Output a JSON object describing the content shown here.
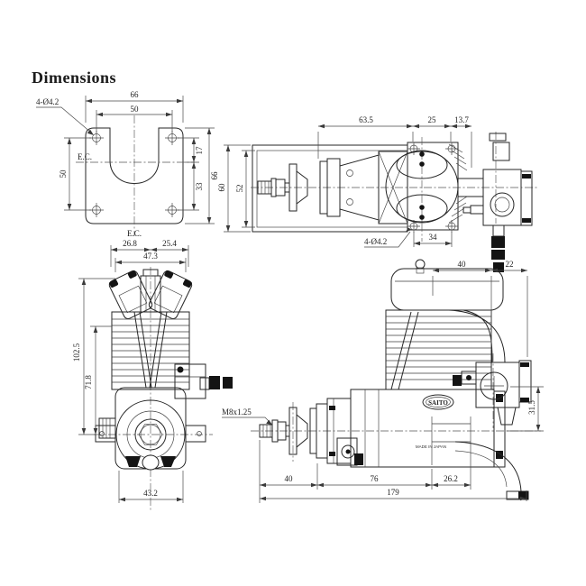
{
  "title": "Dimensions",
  "plate_view": {
    "hole_callout": "4-Ø4.2",
    "width": "66",
    "hole_span_h": "50",
    "hole_span_v": "50",
    "hole_to_center": "17",
    "center_to_hole": "33",
    "height": "66",
    "centerline_label": "E.C."
  },
  "rear_view": {
    "len_front": "63.5",
    "len_mid": "25",
    "len_rear": "13.7",
    "height_outer": "60",
    "height_inner": "52",
    "hole_callout": "4-Ø4.2",
    "hole_span": "34"
  },
  "front_view": {
    "head_left": "26.8",
    "head_right": "25.4",
    "cover_span": "47.3",
    "height_total": "102.5",
    "height_crank": "71.8",
    "case_width": "43.2"
  },
  "side_view": {
    "top_front": "40",
    "top_rear": "22",
    "shaft_thread": "M8x1.25",
    "carb_offset": "31.5",
    "shaft_len": "40",
    "case_len": "76",
    "rear_len": "26.2",
    "total_len": "179",
    "logo": "SAITO",
    "origin": "MADE IN JAPAN"
  }
}
